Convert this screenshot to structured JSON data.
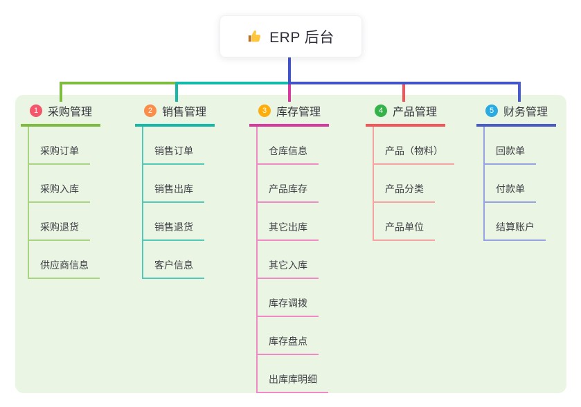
{
  "root": {
    "title": "ERP 后台",
    "icon": "thumbs-up-icon"
  },
  "colors": {
    "page_bg": "#FFFFFF",
    "panel_bg": "#EAF6E3",
    "root_line": "#4253C8",
    "bus_segments": [
      "#7DBB41",
      "#16B9A7",
      "#4253C8"
    ]
  },
  "branches": [
    {
      "num": "1",
      "label": "采购管理",
      "badge_color": "#F4566C",
      "line_color": "#7DBB41",
      "item_line_color": "#A9D583",
      "items": [
        "采购订单",
        "采购入库",
        "采购退货",
        "供应商信息"
      ]
    },
    {
      "num": "2",
      "label": "销售管理",
      "badge_color": "#FB8D4B",
      "line_color": "#16B9A7",
      "item_line_color": "#52C8B8",
      "items": [
        "销售订单",
        "销售出库",
        "销售退货",
        "客户信息"
      ]
    },
    {
      "num": "3",
      "label": "库存管理",
      "badge_color": "#FFAD0D",
      "line_color": "#D63A9E",
      "item_line_color": "#F08AC6",
      "items": [
        "仓库信息",
        "产品库存",
        "其它出库",
        "其它入库",
        "库存调拨",
        "库存盘点",
        "出库库明细"
      ]
    },
    {
      "num": "4",
      "label": "产品管理",
      "badge_color": "#35B34A",
      "line_color": "#F4555A",
      "item_line_color": "#F9A0A0",
      "items": [
        "产品（物料）",
        "产品分类",
        "产品单位"
      ]
    },
    {
      "num": "5",
      "label": "财务管理",
      "badge_color": "#2BA9E1",
      "line_color": "#4A5BC8",
      "item_line_color": "#94A1E2",
      "items": [
        "回款单",
        "付款单",
        "结算账户"
      ]
    }
  ]
}
